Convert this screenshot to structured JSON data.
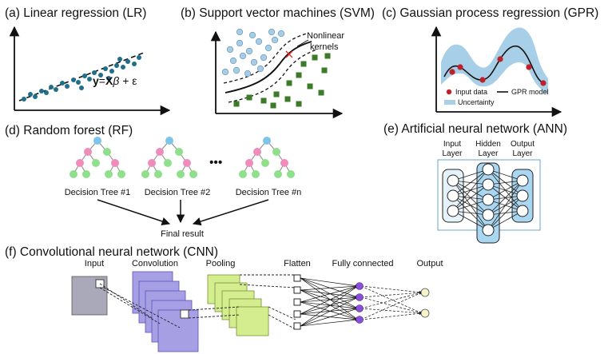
{
  "panels": {
    "lr": {
      "title": "(a) Linear regression (LR)",
      "eq_y": "y",
      "eq_eq": "=",
      "eq_x": "X",
      "eq_beta": "β",
      "eq_rest": " + ε"
    },
    "svm": {
      "title": "(b) Support vector machines (SVM)",
      "kernel_line1": "Nonlinear",
      "kernel_line2": "kernels"
    },
    "gpr": {
      "title": "(c) Gaussian process regression (GPR)",
      "legend_input": "Input data",
      "legend_model": "GPR model",
      "legend_uncertainty": "Uncertainty"
    },
    "rf": {
      "title": "(d) Random forest (RF)",
      "trees": [
        "Decision Tree #1",
        "Decision Tree #2",
        "Decision Tree #n"
      ],
      "ellipsis": "•••",
      "result": "Final result"
    },
    "ann": {
      "title": "(e) Artificial neural network (ANN)",
      "input_l1": "Input",
      "input_l2": "Layer",
      "hidden_l1": "Hidden",
      "hidden_l2": "Layer",
      "output_l1": "Output",
      "output_l2": "Layer"
    },
    "cnn": {
      "title": "(f) Convolutional neural network (CNN)",
      "input": "Input",
      "convolution": "Convolution",
      "pooling": "Pooling",
      "flatten": "Flatten",
      "fully_connected": "Fully connected",
      "output": "Output"
    }
  },
  "colors": {
    "lr_point": "#1f6e8c",
    "svm_circle": "#a7cde6",
    "svm_square": "#3d7a2a",
    "svm_marker": "#e0302c",
    "gpr_band": "#a8cfe8",
    "gpr_point": "#c0202a",
    "tree_blue": "#7cc4ec",
    "tree_pink": "#f08cbc",
    "tree_green": "#8ee08a",
    "ann_layer_light": "#e6f2fa",
    "ann_layer_blue": "#a9d6f0",
    "cnn_input": "#a9a9b9",
    "cnn_conv": "#a79fe4",
    "cnn_pool": "#d3ed8f",
    "cnn_neuron": "#8a4fd8",
    "cnn_output": "#f4f4c8"
  }
}
